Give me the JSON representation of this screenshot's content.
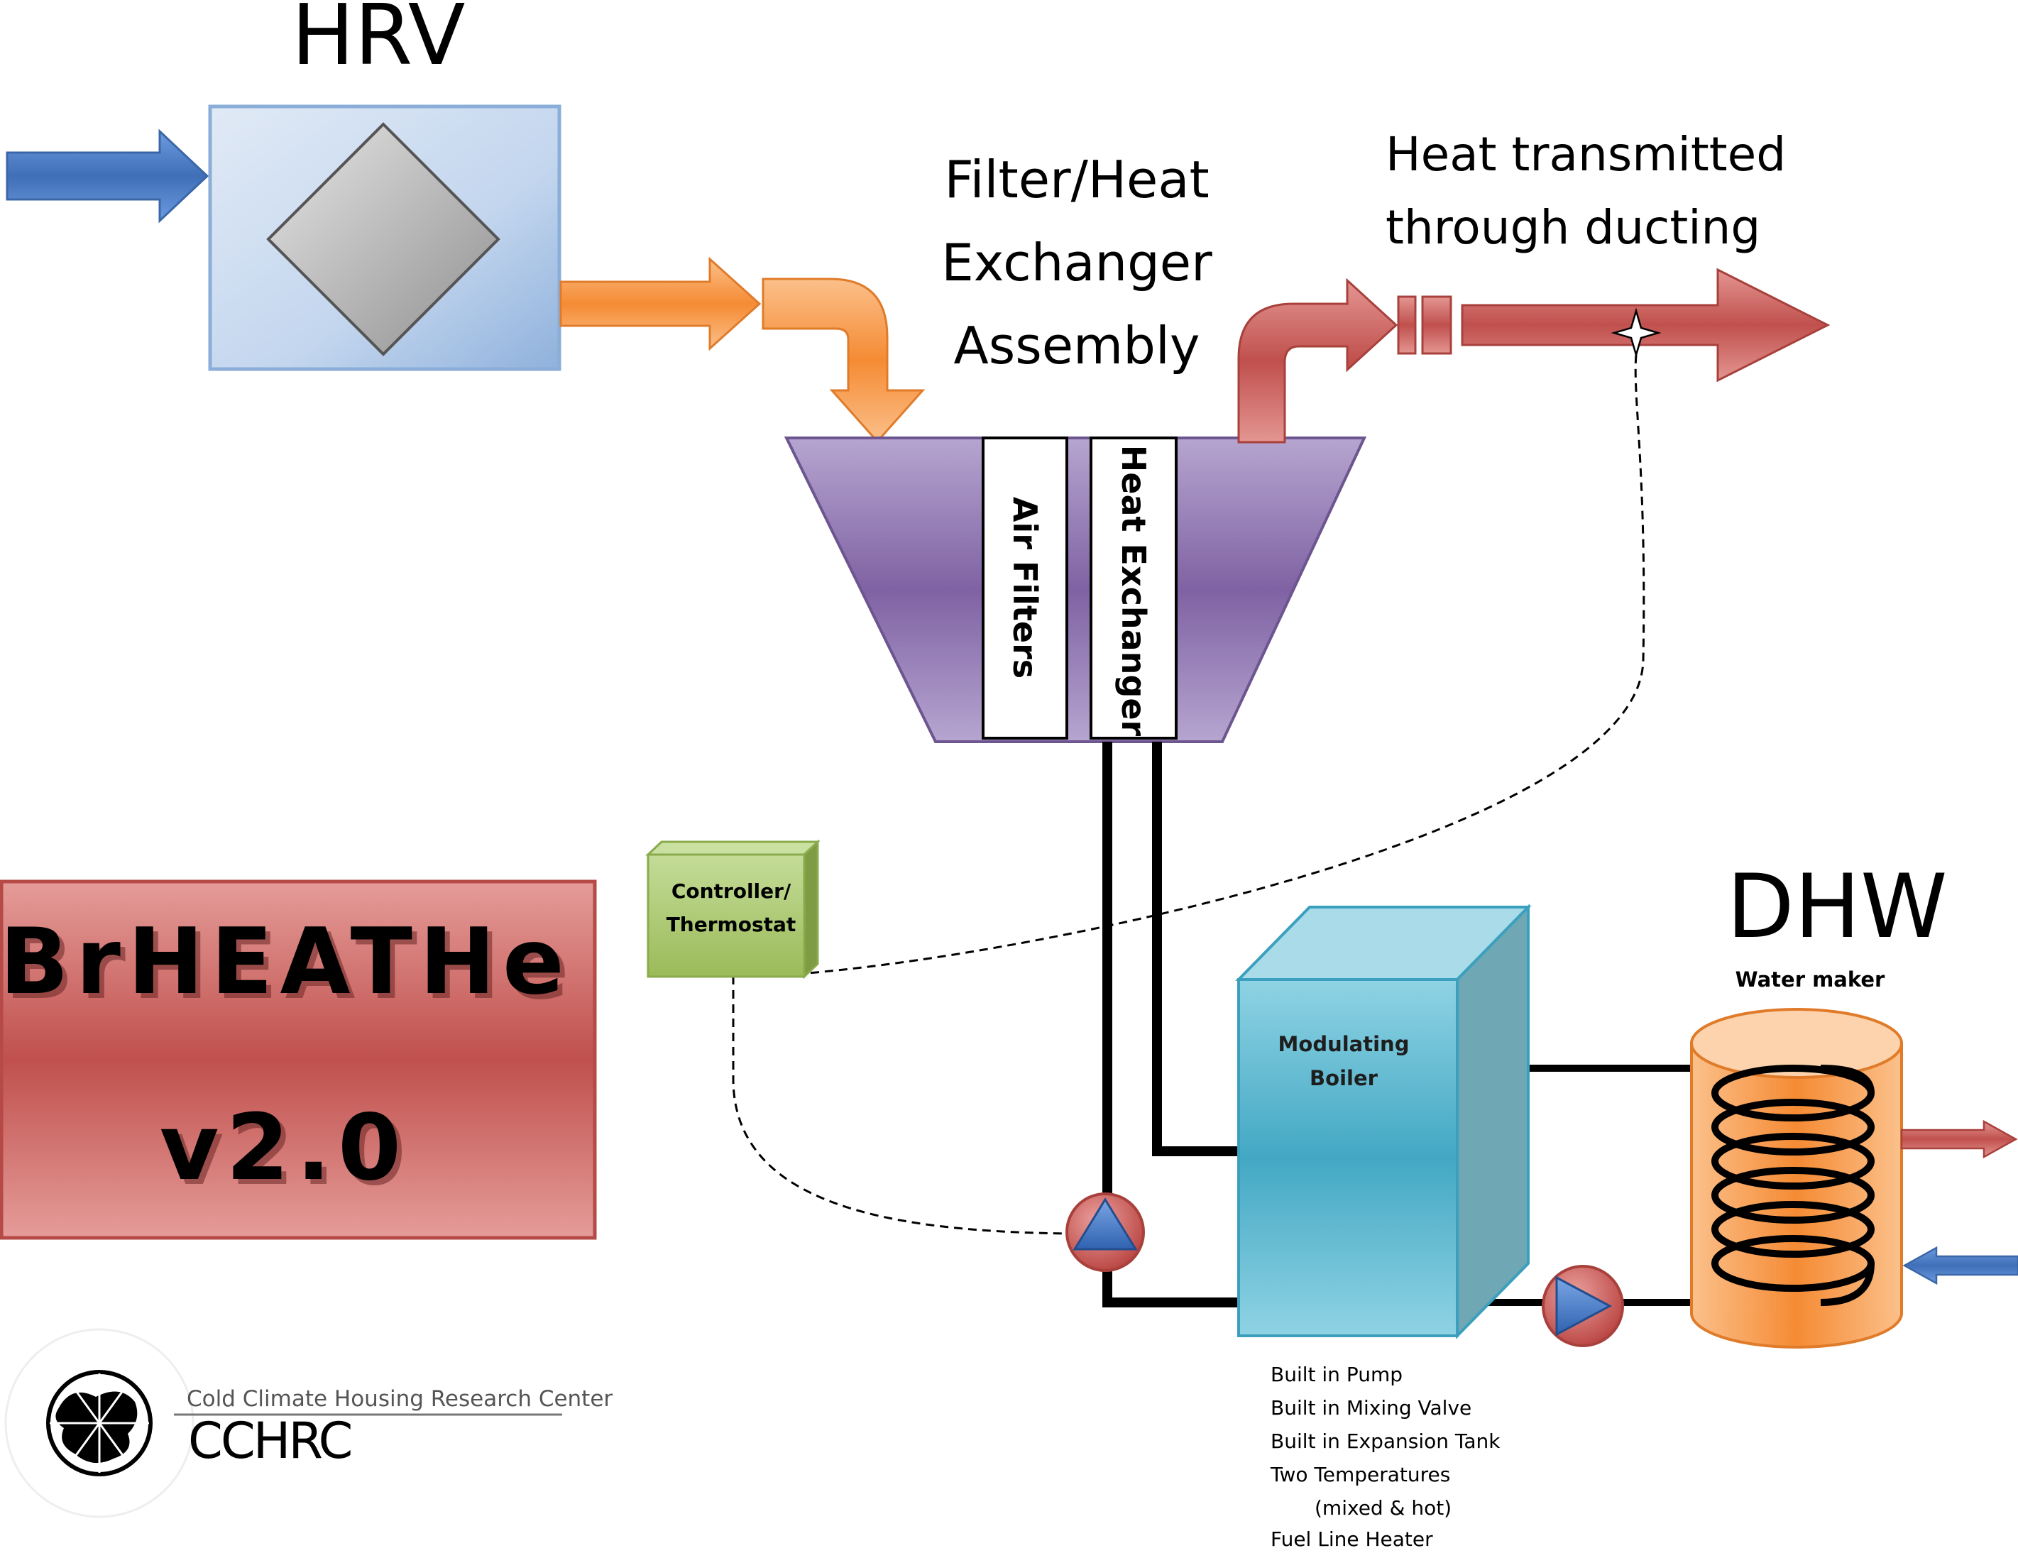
{
  "hrv": {
    "title": "HRV"
  },
  "assembly": {
    "title_lines": [
      "Filter/Heat",
      "Exchanger",
      "Assembly"
    ],
    "filter_label": "Air Filters",
    "exchanger_label": "Heat Exchanger"
  },
  "ducting": {
    "lines": [
      "Heat transmitted",
      "through ducting"
    ]
  },
  "controller": {
    "lines": [
      "Controller/",
      "Thermostat"
    ]
  },
  "banner": {
    "name": "BrHEATHe",
    "version": "v2.0"
  },
  "boiler": {
    "lines": [
      "Modulating",
      "Boiler"
    ],
    "features": [
      "Built in Pump",
      "Built in Mixing Valve",
      "Built in Expansion Tank",
      "Two Temperatures",
      "(mixed & hot)",
      "Fuel Line Heater"
    ]
  },
  "dhw": {
    "title": "DHW",
    "subtitle": "Water maker"
  },
  "logo": {
    "org_name": "Cold Climate Housing Research Center",
    "acronym": "CCHRC"
  },
  "colors": {
    "supply_air": "#4a7fc4",
    "preheated_air": "#f59a4a",
    "hot_air": "#c0504d",
    "assembly": "#8064a2",
    "controller": "#9bbb59",
    "boiler": "#4bacc6",
    "tank": "#f79646"
  }
}
